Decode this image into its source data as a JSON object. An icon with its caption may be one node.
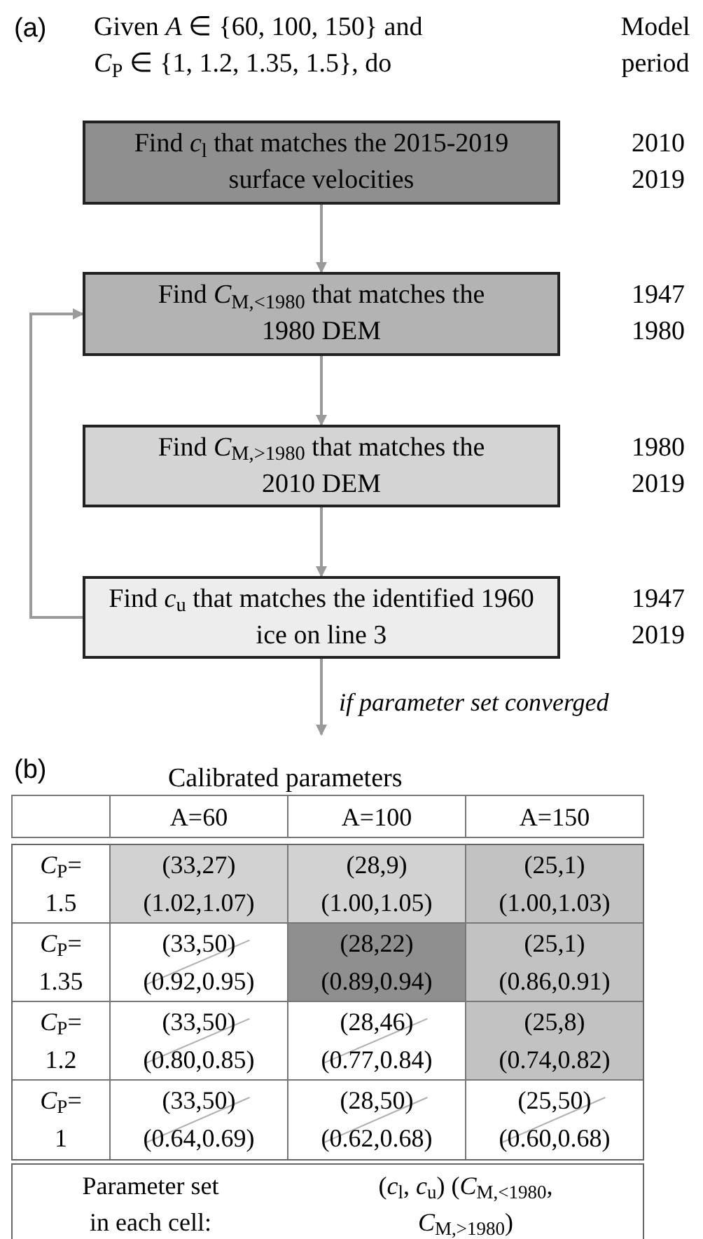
{
  "diagram": {
    "nodes": [
      {
        "text": [
          "Find *c*$_{l}$ that matches the 2015-2019 surface velocities"
        ],
        "beside": [
          "2010",
          "2019"
        ]
      },
      {
        "text": [
          "Find *C*$_{M,<1980}$ that matches the 1980 DEM"
        ],
        "beside": [
          "1947",
          "1980"
        ]
      },
      {
        "text": [
          "Find *C*$_{M,>1980}$ that matches the 2010 DEM"
        ],
        "beside": [
          "1980",
          "2019"
        ]
      },
      {
        "text": [
          "Find *c*$_{u}$ that matches the identified 1960 ice on line 3"
        ],
        "beside": [
          "1947",
          "2019"
        ]
      }
    ],
    "edges": [
      {
        "from": 0,
        "to": 1,
        "arrow": "to"
      },
      {
        "from": 1,
        "to": 2,
        "arrow": "to"
      },
      {
        "from": 2,
        "to": 3,
        "arrow": "to"
      },
      {
        "from": 3,
        "to": 1,
        "arrow": "to"
      },
      {
        "from": 3,
        "to": null,
        "arrow": "to",
        "label": "if parameter set converged"
      }
    ],
    "labels": [
      "(a)",
      "Given *A* ∈ {60, 100, 150} and *C*$_{P}$ ∈ {1, 1.2, 1.35, 1.5}, do",
      "Model period",
      "(b)",
      "Calibrated parameters",
      "A=60",
      "A=100",
      "A=150",
      "*C*$_{P}$= 1.5",
      "(33,27) (1.02,1.07)",
      "(28,9) (1.00,1.05)",
      "(25,1) (1.00,1.03)",
      "*C*$_{P}$= 1.35",
      "(33,50) (0.92,0.95)",
      "(28,22) (0.89,0.94)",
      "(25,1) (0.86,0.91)",
      "*C*$_{P}$= 1.2",
      "(33,50) (0.80,0.85)",
      "(28,46) (0.77,0.84)",
      "(25,8) (0.74,0.82)",
      "*C*$_{P}$= 1",
      "(33,50) (0.64,0.69)",
      "(28,50) (0.62,0.68)",
      "(25,50) (0.60,0.68)",
      "Parameter set in each cell:",
      "(*c*$_{l}$, *c*$_{u}$) (*C*$_{M,<1980}$, *C*$_{M,>1980}$)"
    ]
  }
}
